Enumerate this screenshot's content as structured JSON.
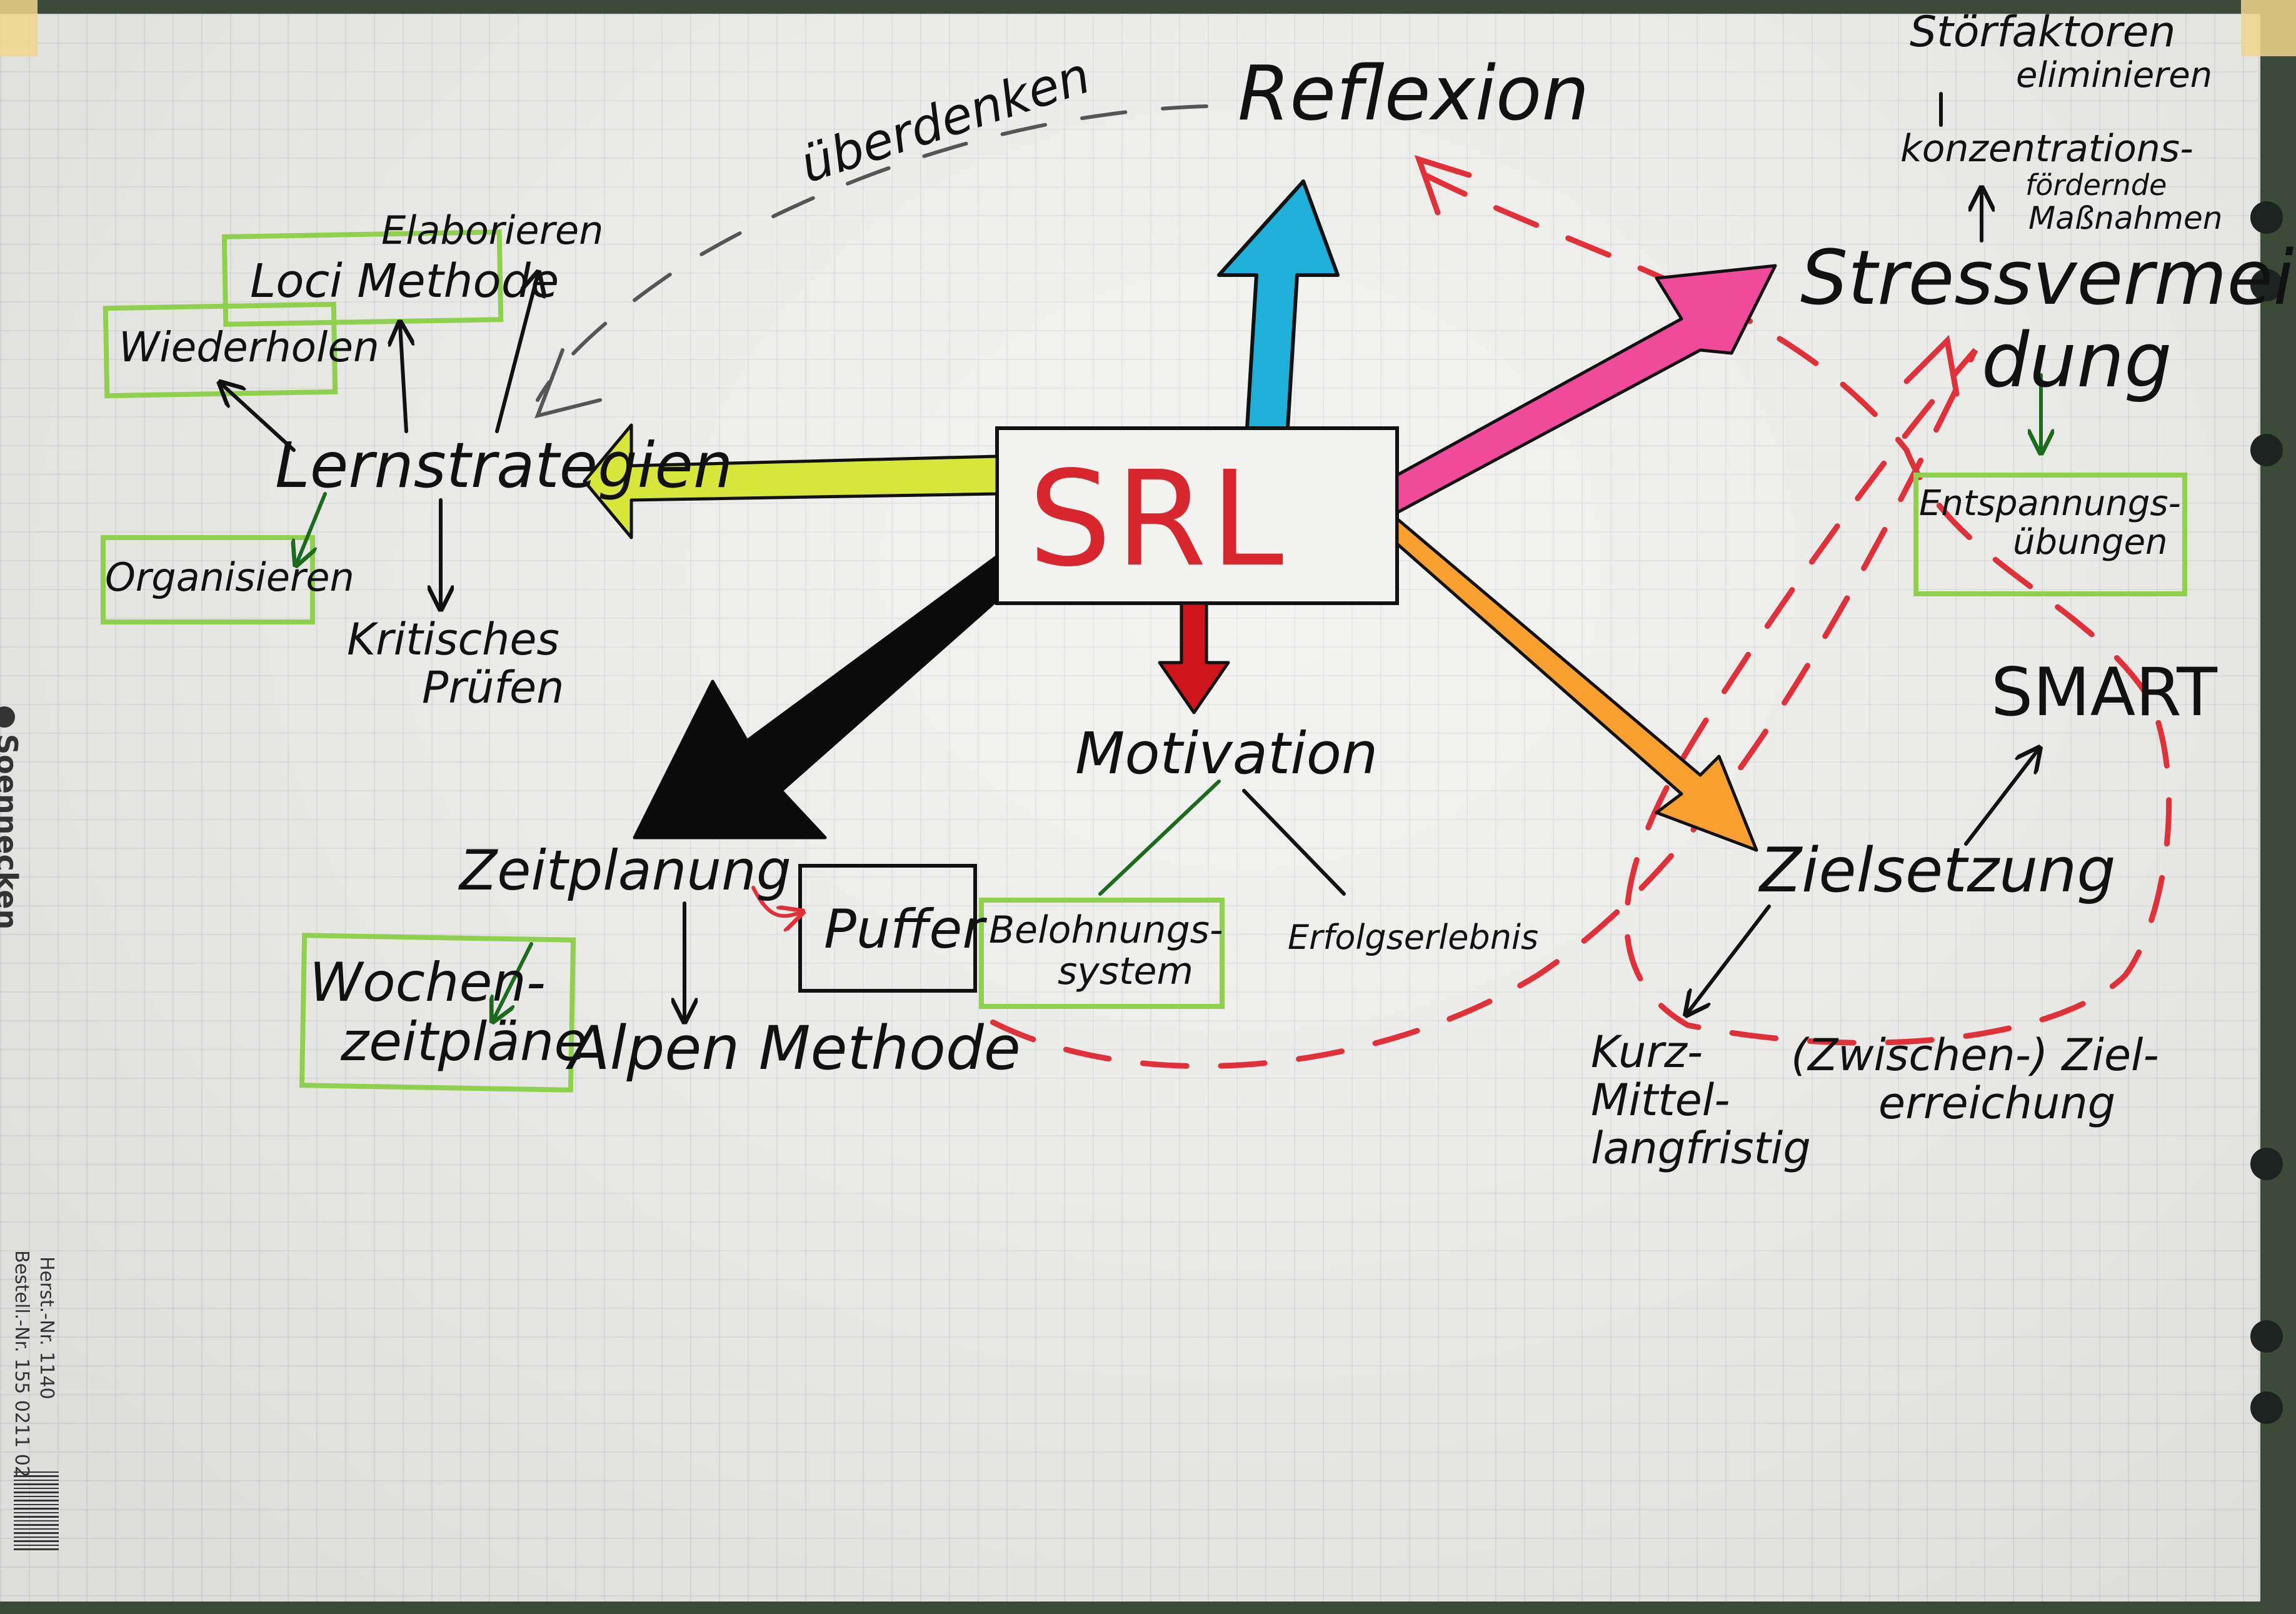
{
  "center": {
    "label": "SRL"
  },
  "branches": {
    "reflexion": "Reflexion",
    "ueberdenken": "überdenken",
    "lernstrategien": "Lernstrategien",
    "elaborieren": "Elaborieren",
    "loci_methode": "Loci Methode",
    "wiederholen": "Wiederholen",
    "organisieren": "Organisieren",
    "kritisches_pruefen": [
      "Kritisches",
      "Prüfen"
    ],
    "motivation": "Motivation",
    "belohnungssystem": [
      "Belohnungs-",
      "system"
    ],
    "erfolgserlebnis": "Erfolgserlebnis",
    "zeitplanung": "Zeitplanung",
    "puffer": "Puffer",
    "wochenzeitplaene": [
      "Wochen-",
      "zeitpläne"
    ],
    "alpen_methode": "Alpen Methode",
    "stressvermeidung": [
      "Stressvermei-",
      "dung"
    ],
    "stoerfaktoren": [
      "Störfaktoren",
      "eliminieren"
    ],
    "konzentration": [
      "konzentrations-",
      "fördernde",
      "Maßnahmen"
    ],
    "entspannung": [
      "Entspannungs-",
      "übungen"
    ],
    "smart": "SMART",
    "zielsetzung": "Zielsetzung",
    "fristig": [
      "Kurz-",
      "Mittel-",
      "langfristig"
    ],
    "zielerreichung": [
      "(Zwischen-) Ziel-",
      "erreichung"
    ]
  },
  "paper_print": {
    "brand": "Soennecken",
    "article_no": "Herst.-Nr. 1140",
    "order_no": "Bestell.-Nr. 155 0211 02"
  },
  "colors": {
    "ink": "#111111",
    "srl_red": "#d8262f",
    "blue_arrow": "#1eb0d8",
    "yellow_arrow": "#d6e63a",
    "pink_arrow": "#f04a9a",
    "orange_arrow": "#f7a030",
    "black_arrow": "#0b0b0b",
    "red_arrow": "#d0141c",
    "green_box": "#8fd14f",
    "dashed_red": "#e0303a"
  }
}
